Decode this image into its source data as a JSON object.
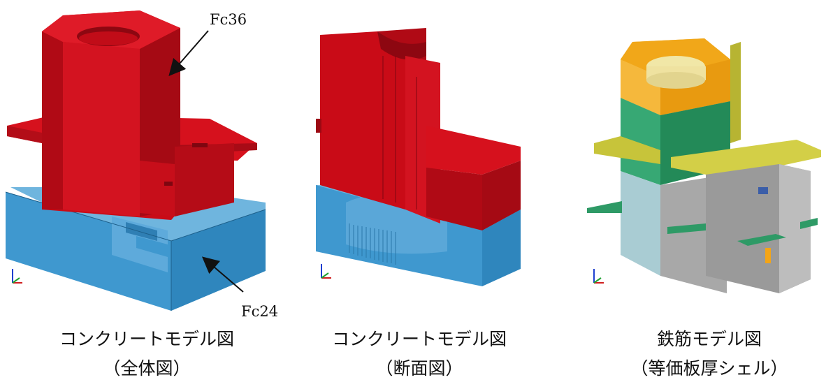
{
  "figure": {
    "panels": [
      {
        "caption_line1": "コンクリートモデル図",
        "caption_line2": "（全体図）",
        "labels": {
          "upper_material": "Fc36",
          "lower_material": "Fc24"
        }
      },
      {
        "caption_line1": "コンクリートモデル図",
        "caption_line2": "（断面図）"
      },
      {
        "caption_line1": "鉄筋モデル図",
        "caption_line2": "（等価板厚シェル）"
      }
    ],
    "colors": {
      "concrete_fc36": "#cc0a16",
      "concrete_fc24": "#3f98cf",
      "rebar_orange": "#f4a516",
      "rebar_green": "#2e9a66",
      "rebar_olive": "#c7c43a",
      "rebar_lightblue": "#a9ccd3",
      "rebar_gray": "#9a9a9a"
    }
  }
}
